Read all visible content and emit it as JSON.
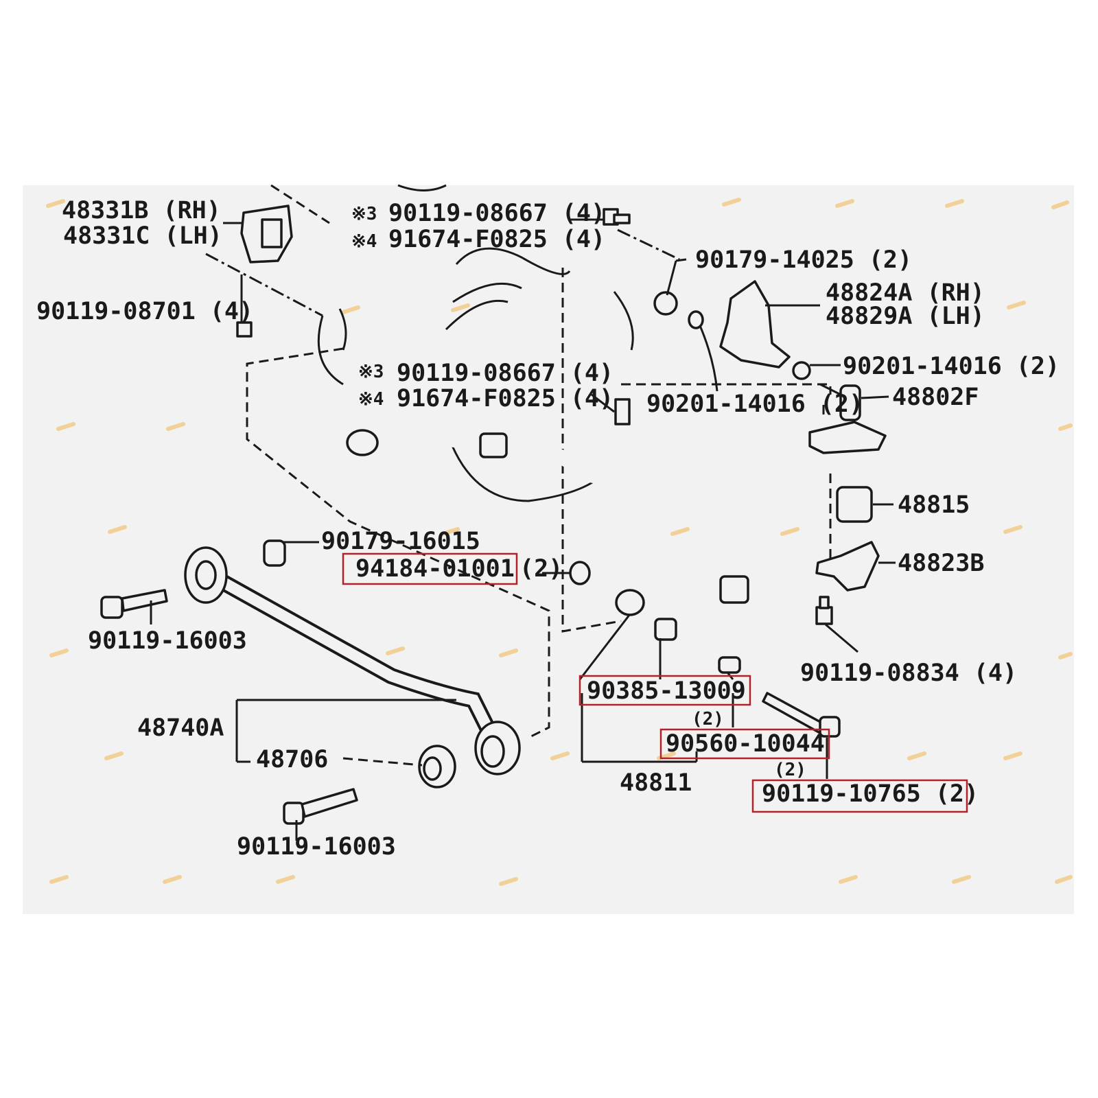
{
  "diagram": {
    "callouts": [
      {
        "id": "c01",
        "text": "48331B (RH)"
      },
      {
        "id": "c02",
        "text": "48331C (LH)"
      },
      {
        "id": "c03",
        "prefix": "※3",
        "text": "90119-08667 (4)"
      },
      {
        "id": "c04",
        "prefix": "※4",
        "text": "91674-F0825 (4)"
      },
      {
        "id": "c05",
        "text": "90179-14025 (2)"
      },
      {
        "id": "c06",
        "text": "48824A (RH)"
      },
      {
        "id": "c07",
        "text": "48829A (LH)"
      },
      {
        "id": "c08",
        "text": "90119-08701 (4)"
      },
      {
        "id": "c09",
        "text": "90201-14016 (2)"
      },
      {
        "id": "c10",
        "prefix": "※3",
        "text": "90119-08667 (4)"
      },
      {
        "id": "c11",
        "prefix": "※4",
        "text": "91674-F0825 (4)"
      },
      {
        "id": "c12",
        "text": "90201-14016 (2)"
      },
      {
        "id": "c13",
        "text": "48802F"
      },
      {
        "id": "c14",
        "text": "48815"
      },
      {
        "id": "c15",
        "text": "90179-16015"
      },
      {
        "id": "c16",
        "text": "94184-01001",
        "highlighted": true
      },
      {
        "id": "c17",
        "text": "(2)"
      },
      {
        "id": "c18",
        "text": "48823B"
      },
      {
        "id": "c19",
        "text": "90119-16003"
      },
      {
        "id": "c20",
        "text": "90119-08834 (4)"
      },
      {
        "id": "c21",
        "text": "90385-13009",
        "highlighted": true
      },
      {
        "id": "c22",
        "text": "(2)"
      },
      {
        "id": "c23",
        "text": "48740A"
      },
      {
        "id": "c24",
        "text": "90560-10044",
        "highlighted": true
      },
      {
        "id": "c25",
        "text": "48706"
      },
      {
        "id": "c26",
        "text": "(2)"
      },
      {
        "id": "c27",
        "text": "48811"
      },
      {
        "id": "c28",
        "text": "90119-10765 (2)",
        "highlighted": true
      },
      {
        "id": "c29",
        "text": "90119-16003"
      }
    ]
  },
  "colors": {
    "background": "#ffffff",
    "panel": "#f2f2f2",
    "ink": "#1a1a1a",
    "highlight_box": "#b0232a",
    "watermark": "#f3c77a"
  }
}
